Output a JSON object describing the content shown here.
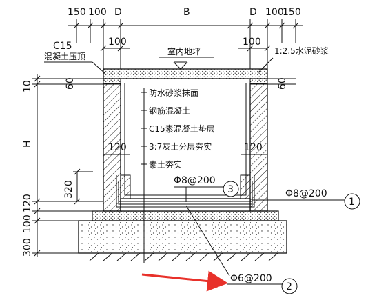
{
  "dims": {
    "top": {
      "d150_left": "150",
      "d100_left": "100",
      "d_left": "D",
      "b": "B",
      "d_right": "D",
      "d100_right": "100",
      "d150_right": "150"
    },
    "inner": {
      "d100_a": "100",
      "d100_b": "100",
      "d60_left": "60",
      "d60_right": "60",
      "d120_left": "120",
      "d120_right": "120"
    },
    "left": {
      "d10": "10",
      "h": "H",
      "d320": "320",
      "d120": "120",
      "d100": "100",
      "d300": "300"
    }
  },
  "labels": {
    "c15": "C15",
    "coping": "混凝土压顶",
    "floor": "室内地坪",
    "mortar": "1:2.5水泥砂浆",
    "layers": [
      "防水砂浆抹面",
      "钢筋混凝土",
      "C15素混凝土垫层",
      "3:7灰土分层夯实",
      "素土夯实"
    ],
    "rebar3": "Φ8@200",
    "num3": "3",
    "rebar1": "Φ8@200",
    "num1": "1",
    "rebar2": "Φ6@200",
    "num2": "2"
  },
  "colors": {
    "line": "#111111",
    "arrow": "#e8312a",
    "background": "#ffffff"
  }
}
